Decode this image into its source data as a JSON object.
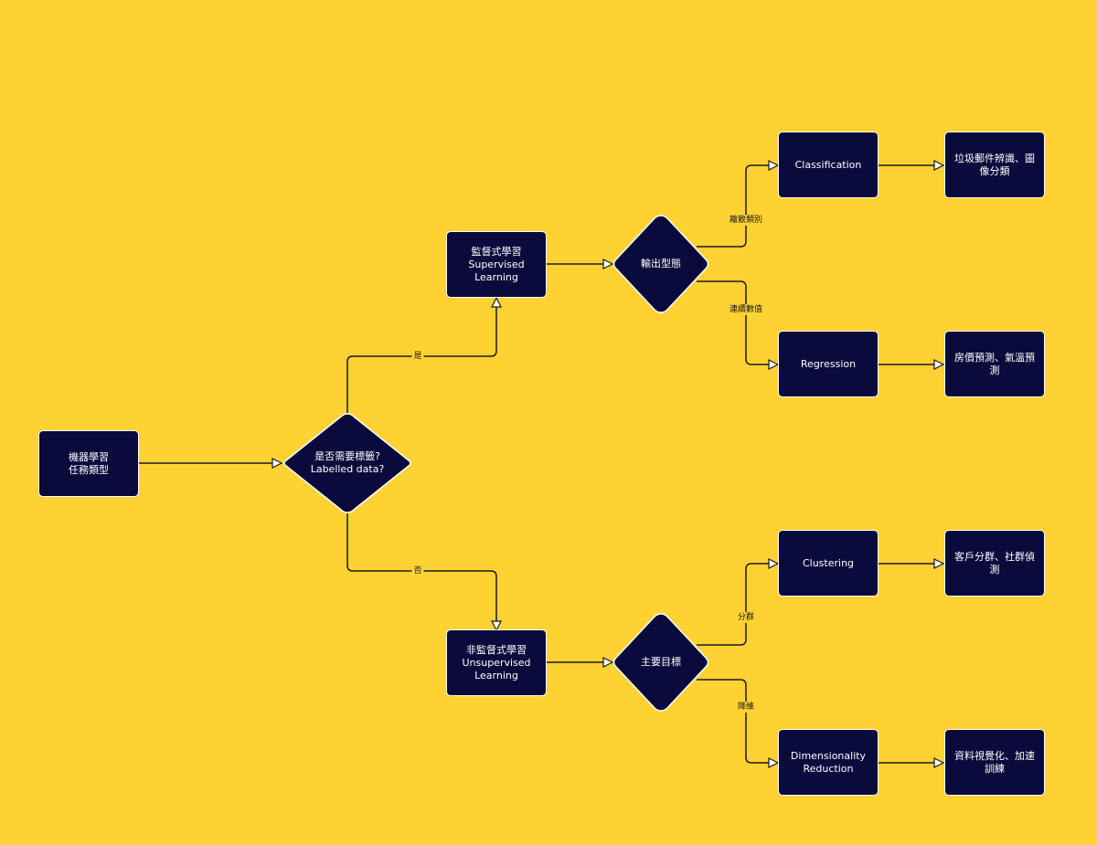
{
  "colors": {
    "background": "#FFD233",
    "node_fill": "#0A0A3C",
    "node_border": "#FFFFFF",
    "edge": "#1A1A1A",
    "text": "#FFFFFF"
  },
  "nodes": {
    "root": {
      "line1": "機器學習",
      "line2": "任務類型"
    },
    "labelled_decision": {
      "line1": "是否需要標籤?",
      "line2": "Labelled data?"
    },
    "supervised": {
      "line1": "監督式學習",
      "line2": "Supervised",
      "line3": "Learning"
    },
    "unsupervised": {
      "line1": "非監督式學習",
      "line2": "Unsupervised",
      "line3": "Learning"
    },
    "output_decision": {
      "line1": "輸出型態"
    },
    "goal_decision": {
      "line1": "主要目標"
    },
    "classification": {
      "line1": "Classification"
    },
    "regression": {
      "line1": "Regression"
    },
    "clustering": {
      "line1": "Clustering"
    },
    "dimensionality": {
      "line1": "Dimensionality",
      "line2": "Reduction"
    },
    "classification_example": {
      "line1": "垃圾郵件辨識、圖",
      "line2": "像分類"
    },
    "regression_example": {
      "line1": "房價預測、氣溫預",
      "line2": "測"
    },
    "clustering_example": {
      "line1": "客戶分群、社群偵",
      "line2": "測"
    },
    "dimensionality_example": {
      "line1": "資料視覺化、加速",
      "line2": "訓練"
    }
  },
  "edges": {
    "yes": "是",
    "no": "否",
    "discrete": "離散類別",
    "continuous": "連續數值",
    "grouping": "分群",
    "reduce": "降維"
  }
}
